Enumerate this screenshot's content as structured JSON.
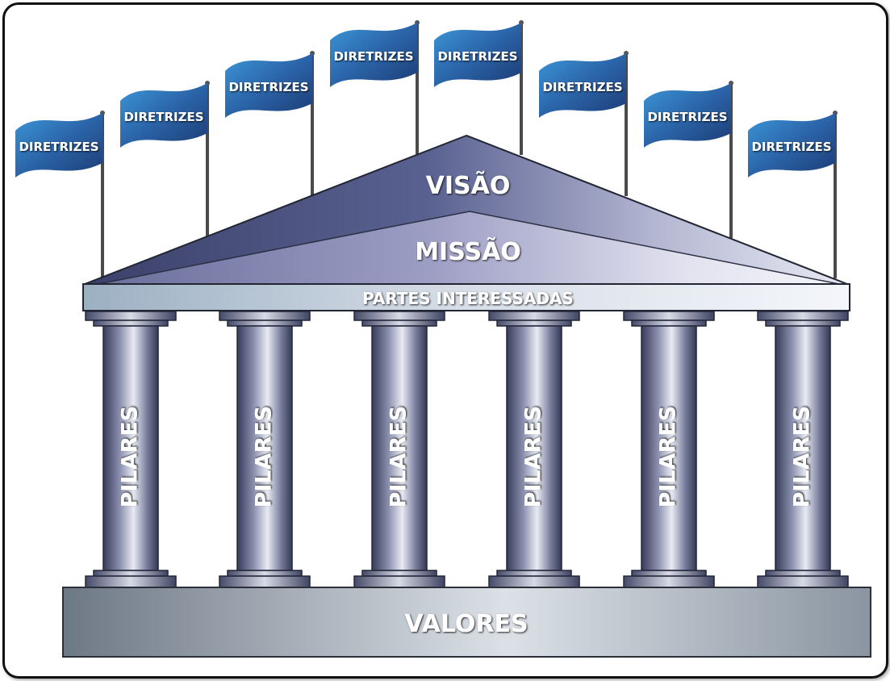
{
  "flags": [
    {
      "label": "DIRETRIZES"
    },
    {
      "label": "DIRETRIZES"
    },
    {
      "label": "DIRETRIZES"
    },
    {
      "label": "DIRETRIZES"
    },
    {
      "label": "DIRETRIZES"
    },
    {
      "label": "DIRETRIZES"
    },
    {
      "label": "DIRETRIZES"
    },
    {
      "label": "DIRETRIZES"
    }
  ],
  "roof": {
    "top_label": "VISÃO",
    "bottom_label": "MISSÃO"
  },
  "beam": {
    "label": "PARTES INTERESSADAS"
  },
  "pillars": [
    {
      "label": "PILARES"
    },
    {
      "label": "PILARES"
    },
    {
      "label": "PILARES"
    },
    {
      "label": "PILARES"
    },
    {
      "label": "PILARES"
    },
    {
      "label": "PILARES"
    }
  ],
  "base": {
    "label": "VALORES"
  },
  "colors": {
    "flag_light": "#3a8fd0",
    "flag_dark": "#1e3f7a",
    "roof_dark": "#434a72",
    "roof_light": "#dfe0ee",
    "pillar_dark": "#3c4260",
    "pillar_light": "#e6e8f2",
    "beam": "#cfd6e2",
    "base_dark": "#717c88",
    "base_light": "#d6dde4",
    "pole": "#4a4a4a",
    "frame": "#111111"
  },
  "icons": {
    "flag": "flag-icon",
    "pillar": "pillar-icon"
  }
}
